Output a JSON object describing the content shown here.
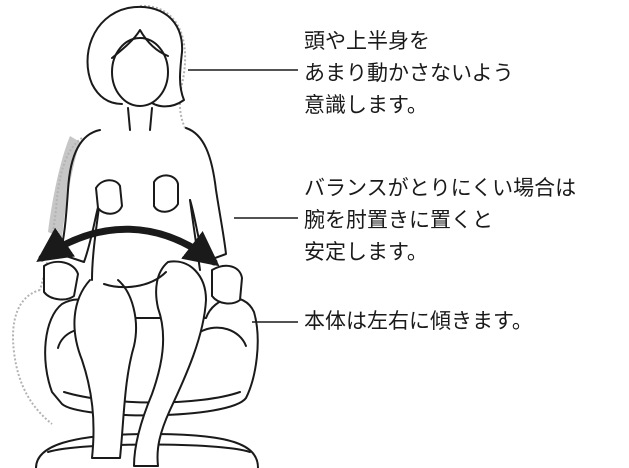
{
  "callouts": {
    "head": {
      "lines": [
        "頭や上半身を",
        "あまり動かさないよう",
        "意識します。"
      ]
    },
    "arms": {
      "lines": [
        "バランスがとりにくい場合は",
        "腕を肘置きに置くと",
        "安定します。"
      ]
    },
    "body": {
      "lines": [
        "本体は左右に傾きます。"
      ]
    }
  },
  "colors": {
    "line": "#1a1a1a",
    "shadow": "#b3b3b3",
    "background": "#ffffff"
  },
  "icons": {
    "tilt_arrow": "double-headed-curved-arrow"
  }
}
